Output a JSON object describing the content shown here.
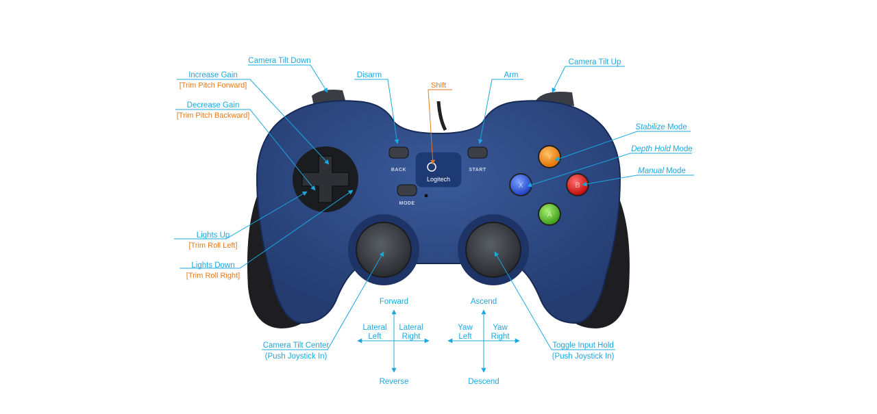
{
  "controller": {
    "brand": "Logitech",
    "buttons": {
      "back": "BACK",
      "start": "START",
      "mode": "MODE"
    }
  },
  "labels": {
    "camera_tilt_down": "Camera Tilt Down",
    "camera_tilt_up": "Camera Tilt Up",
    "increase_gain": "Increase Gain",
    "trim_pitch_forward": "[Trim Pitch Forward]",
    "decrease_gain": "Decrease Gain",
    "trim_pitch_backward": "[Trim Pitch Backward]",
    "disarm": "Disarm",
    "shift": "Shift",
    "arm": "Arm",
    "stabilize_em": "Stabilize",
    "stabilize_rest": " Mode",
    "depth_hold_em": "Depth Hold",
    "depth_hold_rest": " Mode",
    "manual_em": "Manual",
    "manual_rest": " Mode",
    "lights_up": "Lights Up",
    "trim_roll_left": "[Trim Roll Left]",
    "lights_down": "Lights Down",
    "trim_roll_right": "[Trim Roll Right]",
    "camera_tilt_center": "Camera Tilt Center",
    "push_joystick_left": "(Push Joystick In)",
    "toggle_input_hold": "Toggle Input Hold",
    "push_joystick_right": "(Push Joystick In)",
    "forward": "Forward",
    "reverse": "Reverse",
    "lateral_left_1": "Lateral",
    "lateral_left_2": "Left",
    "lateral_right_1": "Lateral",
    "lateral_right_2": "Right",
    "ascend": "Ascend",
    "descend": "Descend",
    "yaw_left_1": "Yaw",
    "yaw_left_2": "Left",
    "yaw_right_1": "Yaw",
    "yaw_right_2": "Right"
  },
  "colors": {
    "label": "#1aa8e0",
    "sublabel": "#e07a1f",
    "body": "#2e4a86",
    "grip": "#1e1e22",
    "button_orange": "#f08a12",
    "button_blue": "#2e52d8",
    "button_red": "#e01818",
    "button_green": "#58b82a"
  }
}
